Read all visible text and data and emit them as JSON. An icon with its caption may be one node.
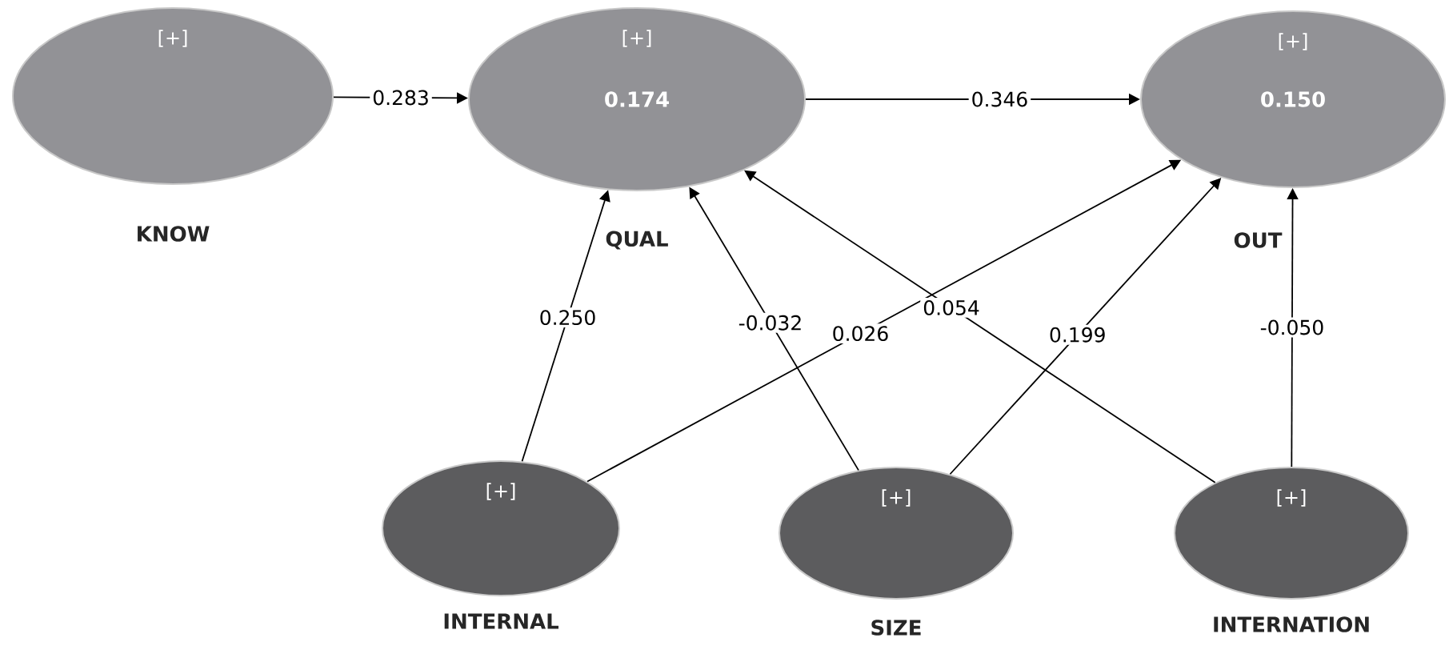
{
  "diagram": {
    "nodes": [
      {
        "text": [
          "[+]",
          "KNOW"
        ]
      },
      {
        "text": [
          "[+]",
          "0.174",
          "QUAL"
        ]
      },
      {
        "text": [
          "[+]",
          "0.150",
          "OUT"
        ]
      },
      {
        "text": [
          "[+]",
          "INTERNAL"
        ]
      },
      {
        "text": [
          "[+]",
          "SIZE"
        ]
      },
      {
        "text": [
          "[+]",
          "INTERNATION"
        ]
      }
    ],
    "edges": [
      {
        "from": 0,
        "to": 1,
        "arrow": "to",
        "label": "0.283"
      },
      {
        "from": 1,
        "to": 2,
        "arrow": "to",
        "label": "0.346"
      },
      {
        "from": 3,
        "to": 1,
        "arrow": "to",
        "label": "0.250"
      },
      {
        "from": 3,
        "to": 2,
        "arrow": "to",
        "label": "0.026"
      },
      {
        "from": 4,
        "to": 1,
        "arrow": "to",
        "label": "-0.032"
      },
      {
        "from": 4,
        "to": 2,
        "arrow": "to",
        "label": "0.199"
      },
      {
        "from": 5,
        "to": 1,
        "arrow": "to",
        "label": "0.054"
      },
      {
        "from": 5,
        "to": 2,
        "arrow": "to",
        "label": "-0.050"
      }
    ]
  }
}
